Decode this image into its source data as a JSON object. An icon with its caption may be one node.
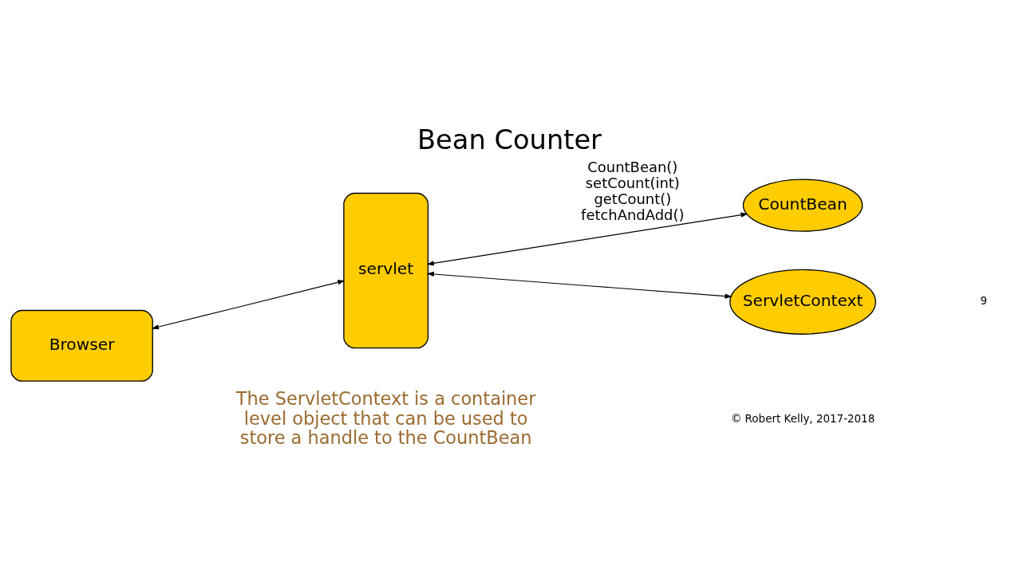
{
  "diagram": {
    "title": "Bean Counter",
    "nodes": [
      {
        "text": [
          "Browser"
        ]
      },
      {
        "text": [
          "servlet"
        ]
      },
      {
        "text": [
          "CountBean"
        ]
      },
      {
        "text": [
          "ServletContext"
        ]
      }
    ],
    "edges": [
      {
        "from": 0,
        "to": 1,
        "arrow": "both"
      },
      {
        "from": 1,
        "to": 2,
        "arrow": "both",
        "label": "CountBean() setCount(int) getCount() fetchAndAdd()"
      },
      {
        "from": 1,
        "to": 3,
        "arrow": "both"
      }
    ],
    "labels": [
      "The ServletContext is a container level object that can be used to store a handle to the CountBean",
      "© Robert Kelly, 2017-2018",
      "9"
    ]
  }
}
